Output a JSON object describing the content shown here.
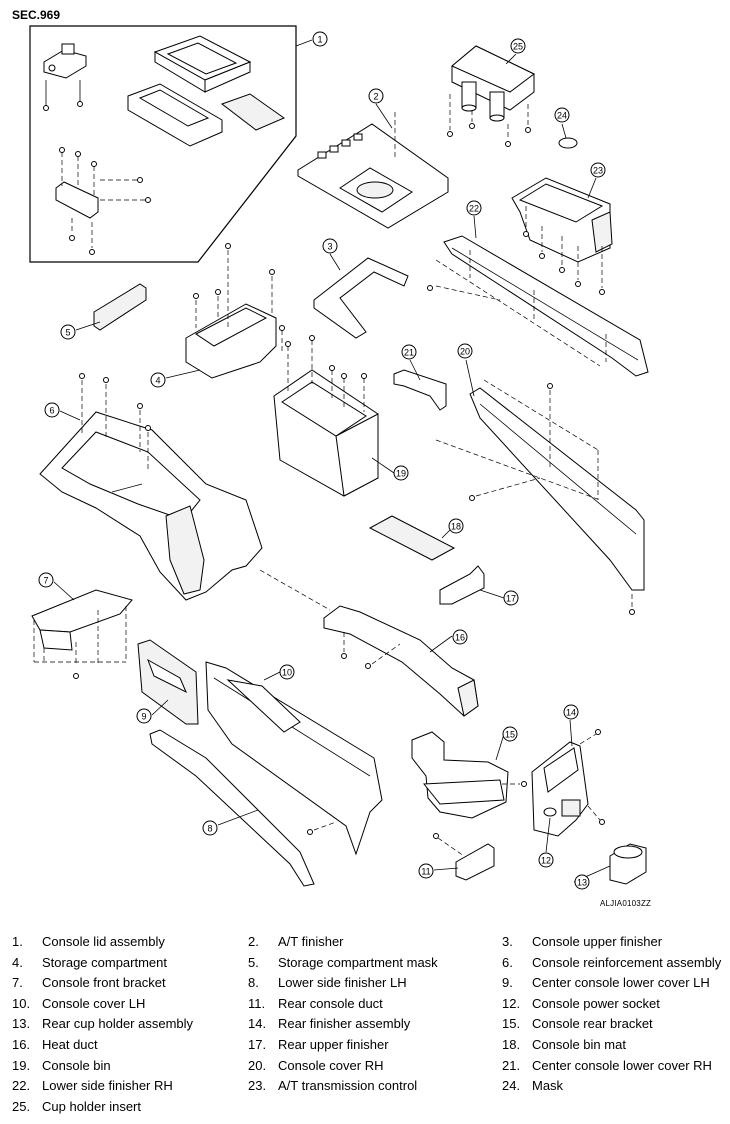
{
  "section_label": "SEC.969",
  "figure_code": "ALJIA0103ZZ",
  "callouts": [
    "1",
    "2",
    "3",
    "4",
    "5",
    "6",
    "7",
    "8",
    "9",
    "10",
    "11",
    "12",
    "13",
    "14",
    "15",
    "16",
    "17",
    "18",
    "19",
    "20",
    "21",
    "22",
    "23",
    "24",
    "25"
  ],
  "legend": [
    {
      "num": "1.",
      "name": "Console lid assembly"
    },
    {
      "num": "2.",
      "name": "A/T finisher"
    },
    {
      "num": "3.",
      "name": "Console upper finisher"
    },
    {
      "num": "4.",
      "name": "Storage compartment"
    },
    {
      "num": "5.",
      "name": "Storage compartment mask"
    },
    {
      "num": "6.",
      "name": "Console reinforcement assembly"
    },
    {
      "num": "7.",
      "name": "Console front bracket"
    },
    {
      "num": "8.",
      "name": "Lower side finisher LH"
    },
    {
      "num": "9.",
      "name": "Center console lower cover LH"
    },
    {
      "num": "10.",
      "name": "Console cover LH"
    },
    {
      "num": "11.",
      "name": "Rear console duct"
    },
    {
      "num": "12.",
      "name": "Console power socket"
    },
    {
      "num": "13.",
      "name": "Rear cup holder assembly"
    },
    {
      "num": "14.",
      "name": "Rear finisher assembly"
    },
    {
      "num": "15.",
      "name": "Console rear bracket"
    },
    {
      "num": "16.",
      "name": "Heat duct"
    },
    {
      "num": "17.",
      "name": "Rear upper finisher"
    },
    {
      "num": "18.",
      "name": "Console bin mat"
    },
    {
      "num": "19.",
      "name": "Console bin"
    },
    {
      "num": "20.",
      "name": "Console cover RH"
    },
    {
      "num": "21.",
      "name": "Center console lower cover RH"
    },
    {
      "num": "22.",
      "name": "Lower side finisher RH"
    },
    {
      "num": "23.",
      "name": "A/T transmission control"
    },
    {
      "num": "24.",
      "name": "Mask"
    },
    {
      "num": "25.",
      "name": "Cup holder insert"
    }
  ]
}
